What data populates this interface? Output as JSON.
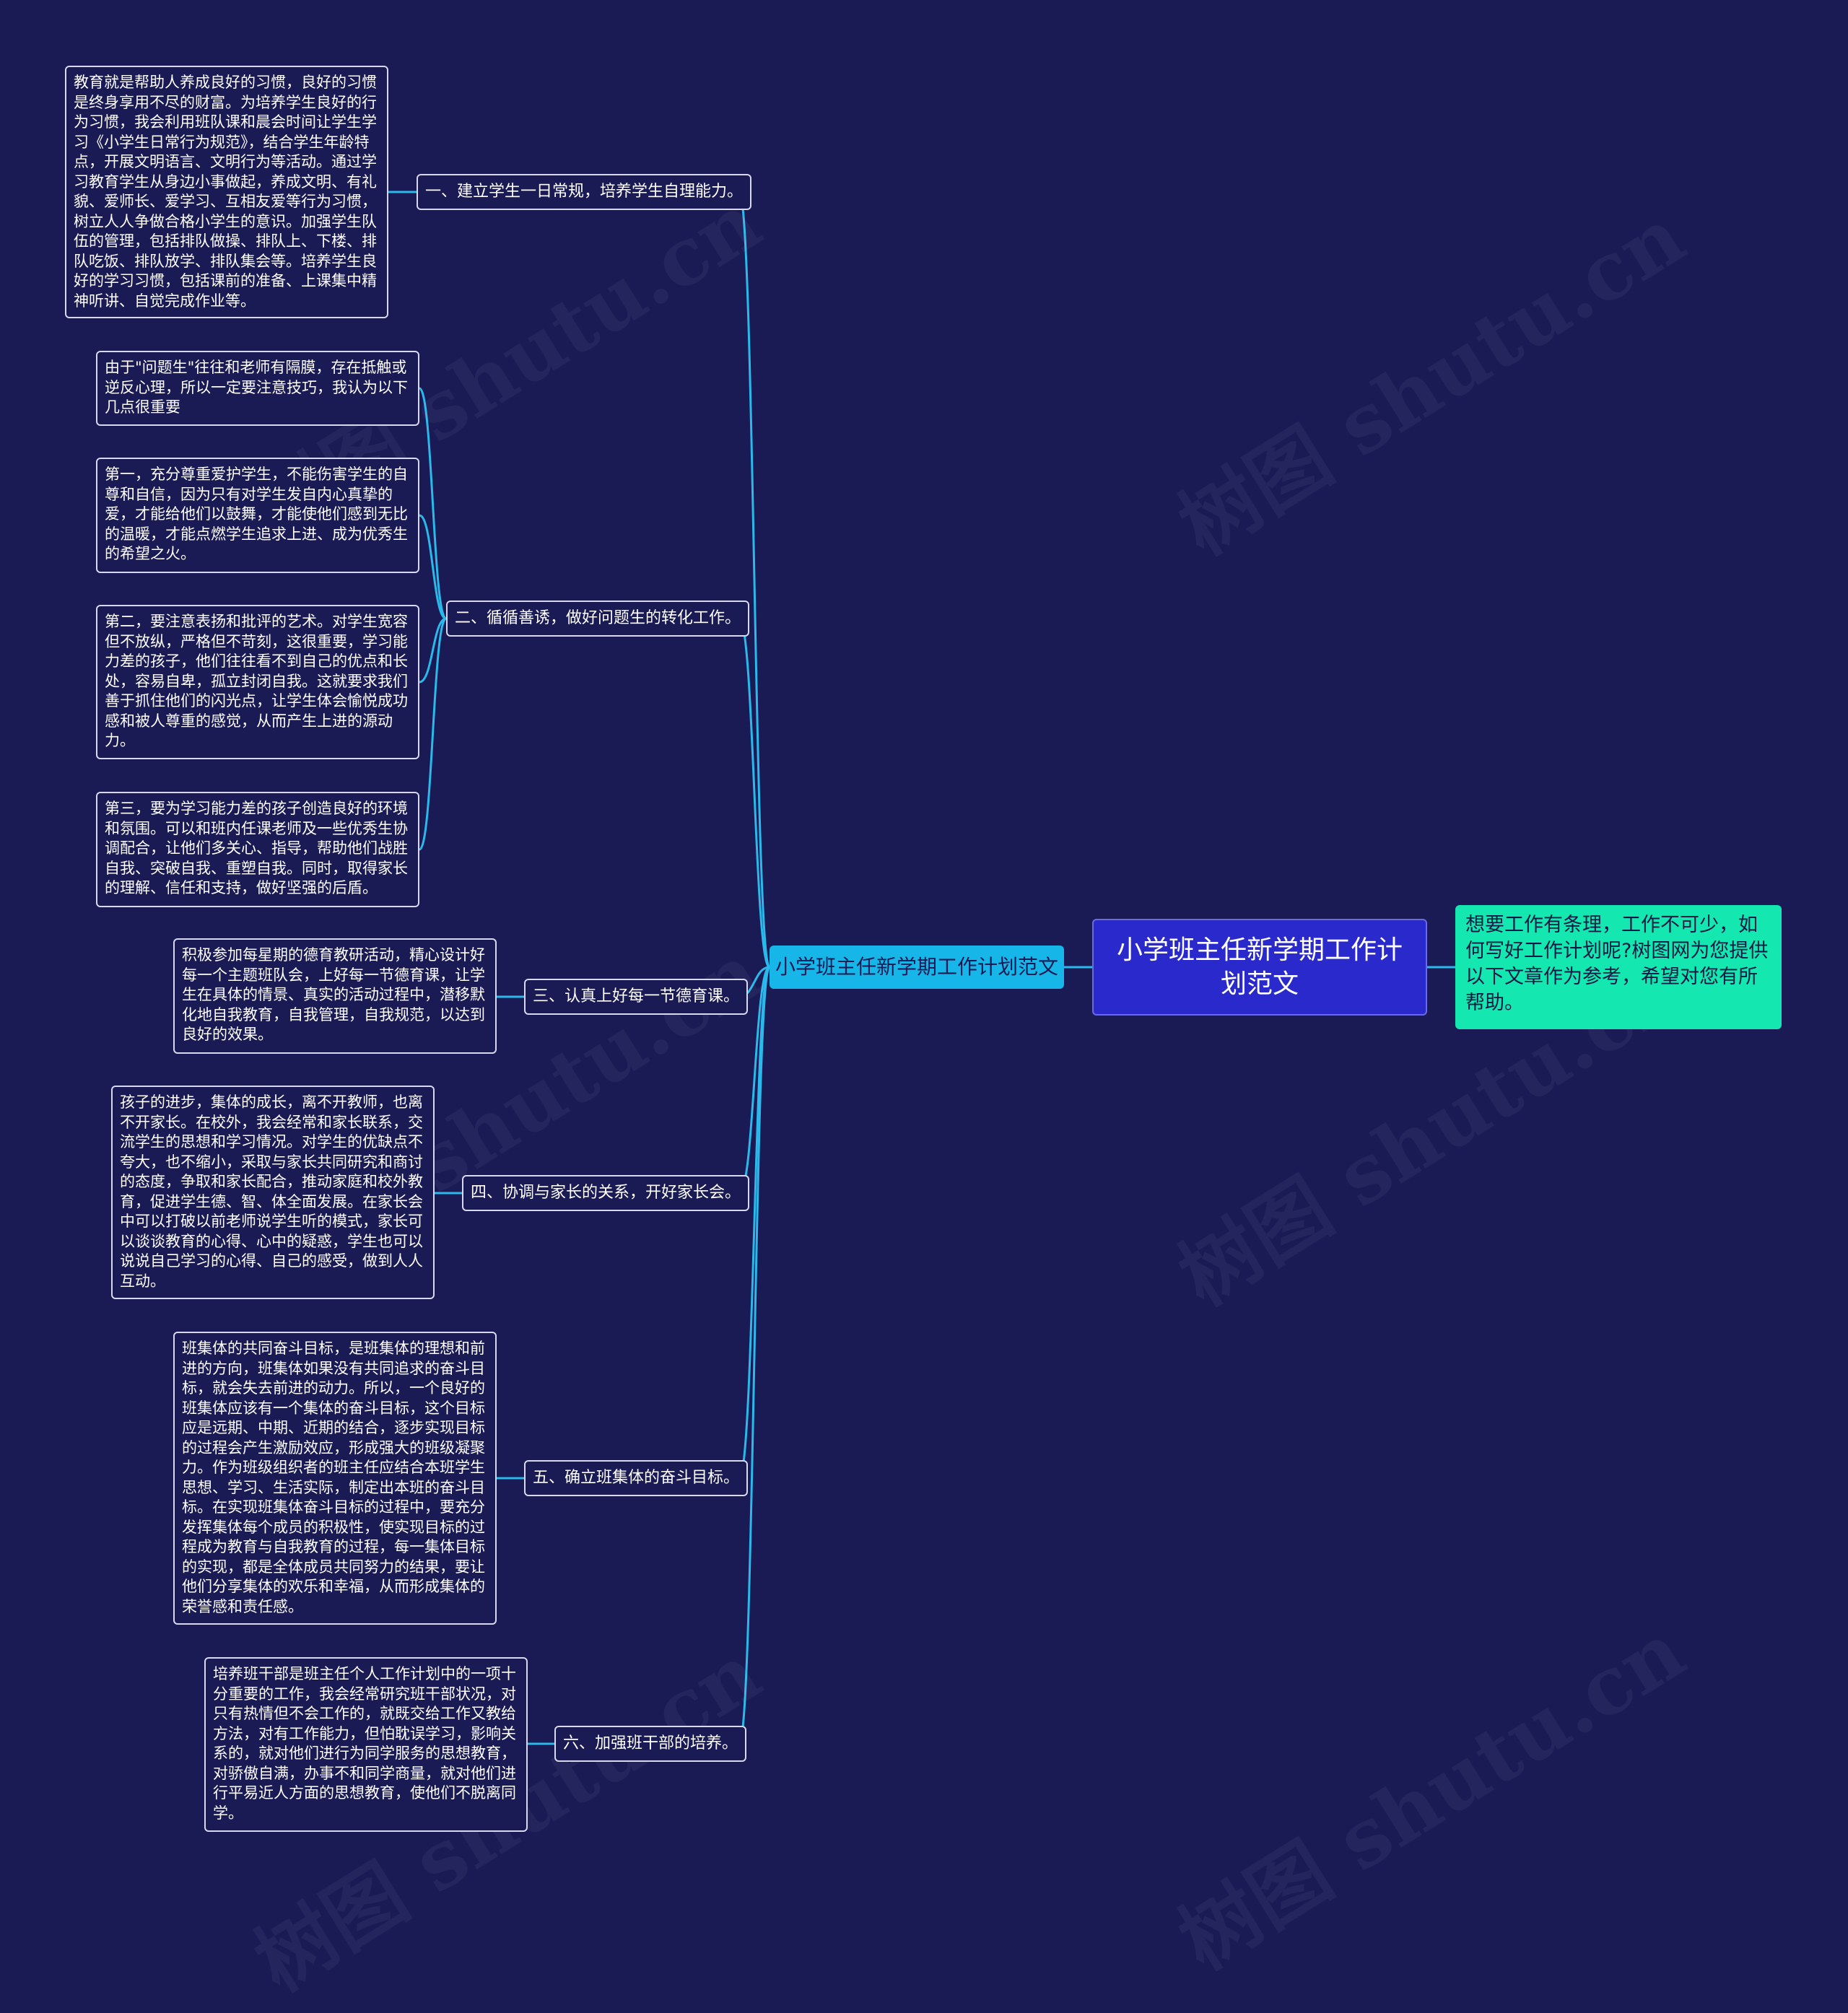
{
  "root": {
    "title": "小学班主任新学期工作计划范文"
  },
  "intro": {
    "text": "想要工作有条理，工作不可少，如何写好工作计划呢?树图网为您提供以下文章作为参考，希望对您有所帮助。"
  },
  "subtitle": {
    "text": "小学班主任新学期工作计划范文"
  },
  "watermark": {
    "text": "树图 shutu.cn"
  },
  "branches": [
    {
      "label": "一、建立学生一日常规，培养学生自理能力。"
    },
    {
      "label": "二、循循善诱，做好问题生的转化工作。"
    },
    {
      "label": "三、认真上好每一节德育课。"
    },
    {
      "label": "四、协调与家长的关系，开好家长会。"
    },
    {
      "label": "五、确立班集体的奋斗目标。"
    },
    {
      "label": "六、加强班干部的培养。"
    }
  ],
  "leaves": [
    {
      "text": "教育就是帮助人养成良好的习惯，良好的习惯是终身享用不尽的财富。为培养学生良好的行为习惯，我会利用班队课和晨会时间让学生学习《小学生日常行为规范》，结合学生年龄特点，开展文明语言、文明行为等活动。通过学习教育学生从身边小事做起，养成文明、有礼貌、爱师长、爱学习、互相友爱等行为习惯，树立人人争做合格小学生的意识。加强学生队伍的管理，包括排队做操、排队上、下楼、排队吃饭、排队放学、排队集会等。培养学生良好的学习习惯，包括课前的准备、上课集中精神听讲、自觉完成作业等。"
    },
    {
      "text": "由于\"问题生\"往往和老师有隔膜，存在抵触或逆反心理，所以一定要注意技巧，我认为以下几点很重要"
    },
    {
      "text": "第一，充分尊重爱护学生，不能伤害学生的自尊和自信，因为只有对学生发自内心真挚的爱，才能给他们以鼓舞，才能使他们感到无比的温暖，才能点燃学生追求上进、成为优秀生的希望之火。"
    },
    {
      "text": "第二，要注意表扬和批评的艺术。对学生宽容但不放纵，严格但不苛刻，这很重要，学习能力差的孩子，他们往往看不到自己的优点和长处，容易自卑，孤立封闭自我。这就要求我们善于抓住他们的闪光点，让学生体会愉悦成功感和被人尊重的感觉，从而产生上进的源动力。"
    },
    {
      "text": "第三，要为学习能力差的孩子创造良好的环境和氛围。可以和班内任课老师及一些优秀生协调配合，让他们多关心、指导，帮助他们战胜自我、突破自我、重塑自我。同时，取得家长的理解、信任和支持，做好坚强的后盾。"
    },
    {
      "text": "积极参加每星期的德育教研活动，精心设计好每一个主题班队会，上好每一节德育课，让学生在具体的情景、真实的活动过程中，潜移默化地自我教育，自我管理，自我规范，以达到良好的效果。"
    },
    {
      "text": "孩子的进步，集体的成长，离不开教师，也离不开家长。在校外，我会经常和家长联系，交流学生的思想和学习情况。对学生的优缺点不夸大，也不缩小，采取与家长共同研究和商讨的态度，争取和家长配合，推动家庭和校外教育，促进学生德、智、体全面发展。在家长会中可以打破以前老师说学生听的模式，家长可以谈谈教育的心得、心中的疑惑，学生也可以说说自己学习的心得、自己的感受，做到人人互动。"
    },
    {
      "text": "班集体的共同奋斗目标，是班集体的理想和前进的方向，班集体如果没有共同追求的奋斗目标，就会失去前进的动力。所以，一个良好的班集体应该有一个集体的奋斗目标，这个目标应是远期、中期、近期的结合，逐步实现目标的过程会产生激励效应，形成强大的班级凝聚力。作为班级组织者的班主任应结合本班学生思想、学习、生活实际，制定出本班的奋斗目标。在实现班集体奋斗目标的过程中，要充分发挥集体每个成员的积极性，使实现目标的过程成为教育与自我教育的过程，每一集体目标的实现，都是全体成员共同努力的结果，要让他们分享集体的欢乐和幸福，从而形成集体的荣誉感和责任感。"
    },
    {
      "text": "培养班干部是班主任个人工作计划中的一项十分重要的工作，我会经常研究班干部状况，对只有热情但不会工作的，就既交给工作又教给方法，对有工作能力，但怕耽误学习，影响关系的，就对他们进行为同学服务的思想教育，对骄傲自满，办事不和同学商量，就对他们进行平易近人方面的思想教育，使他们不脱离同学。"
    }
  ],
  "colors": {
    "background": "#1a1a55",
    "root_fill": "#2a2acc",
    "intro_fill": "#14e8b0",
    "subtitle_fill": "#17b6e8",
    "connector": "#2bb8ea",
    "box_border": "#d8d8ee"
  }
}
